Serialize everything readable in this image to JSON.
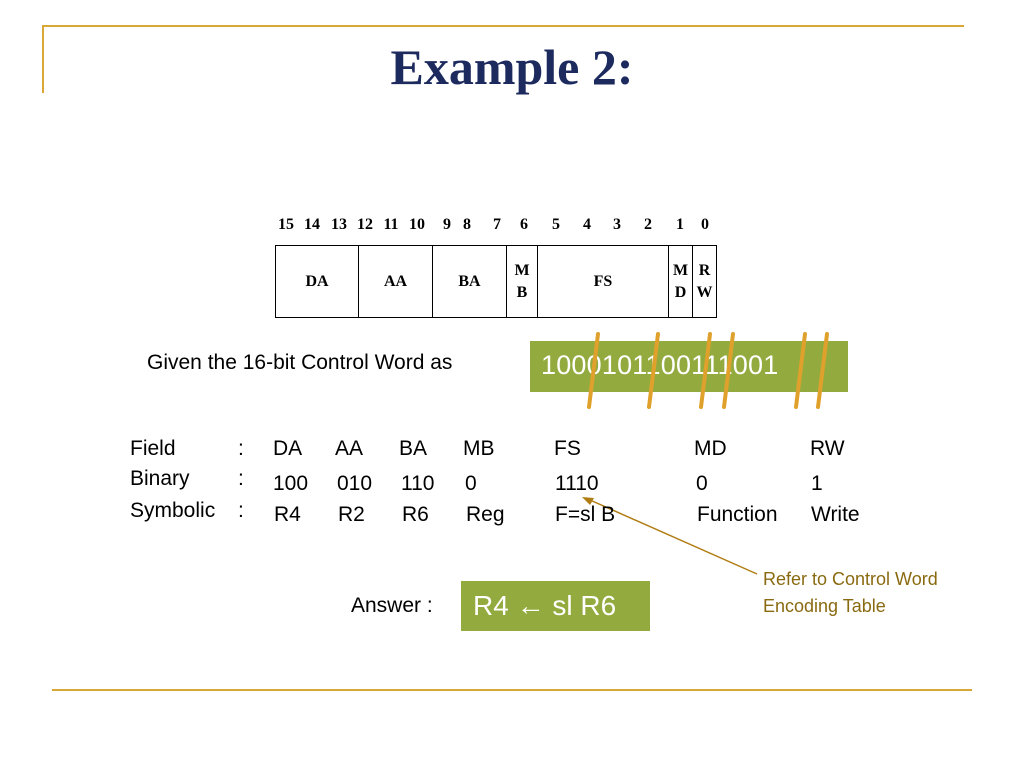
{
  "title": "Example 2:",
  "bit_positions": [
    "15",
    "14",
    "13",
    "12",
    "11",
    "10",
    "9",
    "8",
    "7",
    "6",
    "5",
    "4",
    "3",
    "2",
    "1",
    "0"
  ],
  "fields": [
    {
      "line1": "DA",
      "line2": ""
    },
    {
      "line1": "AA",
      "line2": ""
    },
    {
      "line1": "BA",
      "line2": ""
    },
    {
      "line1": "M",
      "line2": "B"
    },
    {
      "line1": "FS",
      "line2": ""
    },
    {
      "line1": "M",
      "line2": "D"
    },
    {
      "line1": "R",
      "line2": "W"
    }
  ],
  "given_label": "Given the 16-bit Control Word as",
  "control_word": "1000101100111001",
  "rows": {
    "field": {
      "label": "Field",
      "colon": ":",
      "values": [
        "DA",
        "AA",
        "BA",
        "MB",
        "FS",
        "MD",
        "RW"
      ]
    },
    "binary": {
      "label": "Binary",
      "colon": ":",
      "values": [
        "100",
        "010",
        "110",
        "0",
        "1110",
        "0",
        "1"
      ]
    },
    "symbolic": {
      "label": "Symbolic",
      "colon": ":",
      "values": [
        "R4",
        "R2",
        "R6",
        "Reg",
        "F=sl B",
        "Function",
        "Write"
      ]
    }
  },
  "answer_label": "Answer :",
  "answer_value": "R4 ← sl R6",
  "callout": "Refer to Control Word Encoding Table",
  "colors": {
    "accent_gold": "#d9a733",
    "highlight_green": "#93ab3e",
    "title_navy": "#1c2a5e",
    "callout_text": "#8a6a10"
  }
}
